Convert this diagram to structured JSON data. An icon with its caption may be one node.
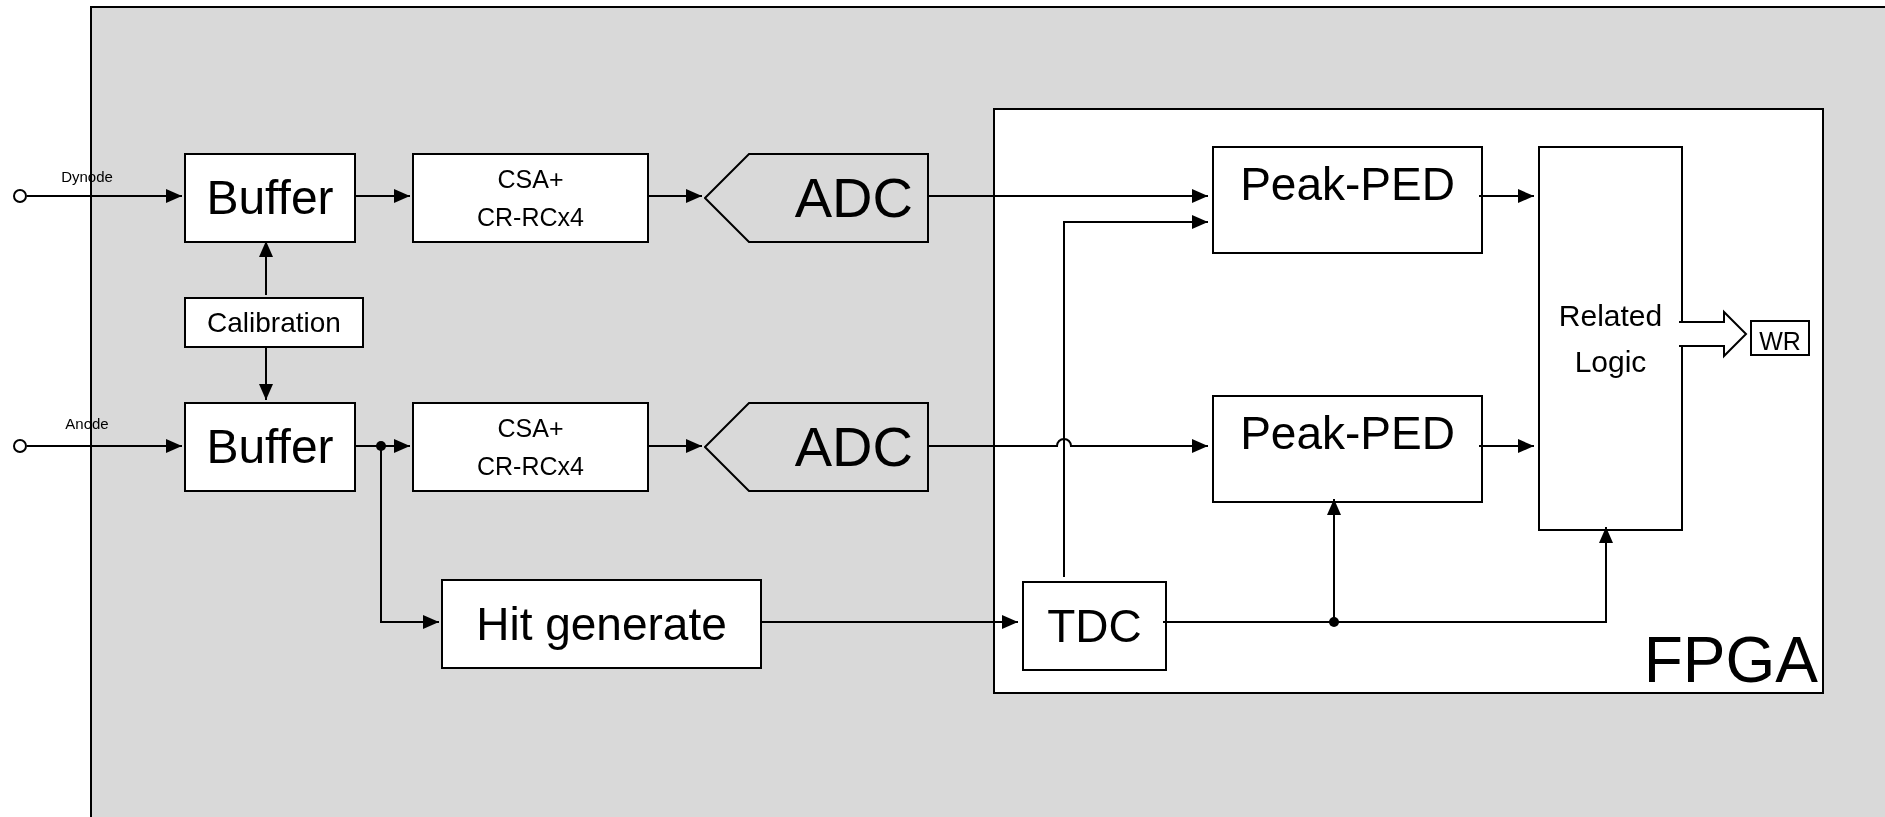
{
  "diagram": {
    "nodes": [
      {
        "text": [],
        "shape": "box"
      },
      {
        "text": [],
        "shape": "circle"
      },
      {
        "text": [],
        "shape": "circle"
      },
      {
        "text": [
          "Buffer"
        ],
        "in": 0
      },
      {
        "text": [
          "Calibration"
        ],
        "in": 0
      },
      {
        "text": [
          "Buffer"
        ],
        "in": 0
      },
      {
        "text": [
          "CSA+ CR-RCx4"
        ],
        "in": 0
      },
      {
        "text": [
          "CSA+ CR-RCx4"
        ],
        "in": 0
      },
      {
        "text": [
          "ADC"
        ],
        "in": 0
      },
      {
        "text": [
          "ADC"
        ],
        "in": 0
      },
      {
        "text": [
          "Hit generate"
        ],
        "in": 0
      },
      {
        "text": [
          "FPGA"
        ],
        "in": 0
      },
      {
        "text": [
          "Peak-PED"
        ],
        "in": 11
      },
      {
        "text": [
          "Peak-PED"
        ],
        "in": 11
      },
      {
        "text": [
          "Related Logic"
        ],
        "in": 11
      },
      {
        "text": [
          "TDC"
        ],
        "in": 11
      },
      {
        "text": [
          "WR"
        ],
        "in": 11
      }
    ],
    "edges": [
      {
        "from": 1,
        "to": 3,
        "arrow": "to",
        "label": "Dynode"
      },
      {
        "from": 2,
        "to": 5,
        "arrow": "to",
        "label": "Anode"
      },
      {
        "from": 4,
        "to": 3,
        "arrow": "to"
      },
      {
        "from": 4,
        "to": 5,
        "arrow": "to"
      },
      {
        "from": 3,
        "to": 6,
        "arrow": "to"
      },
      {
        "from": 5,
        "to": 7,
        "arrow": "to"
      },
      {
        "from": 5,
        "to": 10,
        "arrow": "to"
      },
      {
        "from": 6,
        "to": 8,
        "arrow": "to"
      },
      {
        "from": 7,
        "to": 9,
        "arrow": "to"
      },
      {
        "from": 8,
        "to": 12,
        "arrow": "to"
      },
      {
        "from": 9,
        "to": 13,
        "arrow": "to"
      },
      {
        "from": 10,
        "to": 15,
        "arrow": "to"
      },
      {
        "from": 15,
        "to": 12,
        "arrow": "to"
      },
      {
        "from": 15,
        "to": 13,
        "arrow": "to"
      },
      {
        "from": 15,
        "to": 14,
        "arrow": "to"
      },
      {
        "from": 12,
        "to": 14,
        "arrow": "to"
      },
      {
        "from": 13,
        "to": 14,
        "arrow": "to"
      },
      {
        "from": 14,
        "to": 16,
        "arrow": "to",
        "style": "thick"
      }
    ]
  }
}
